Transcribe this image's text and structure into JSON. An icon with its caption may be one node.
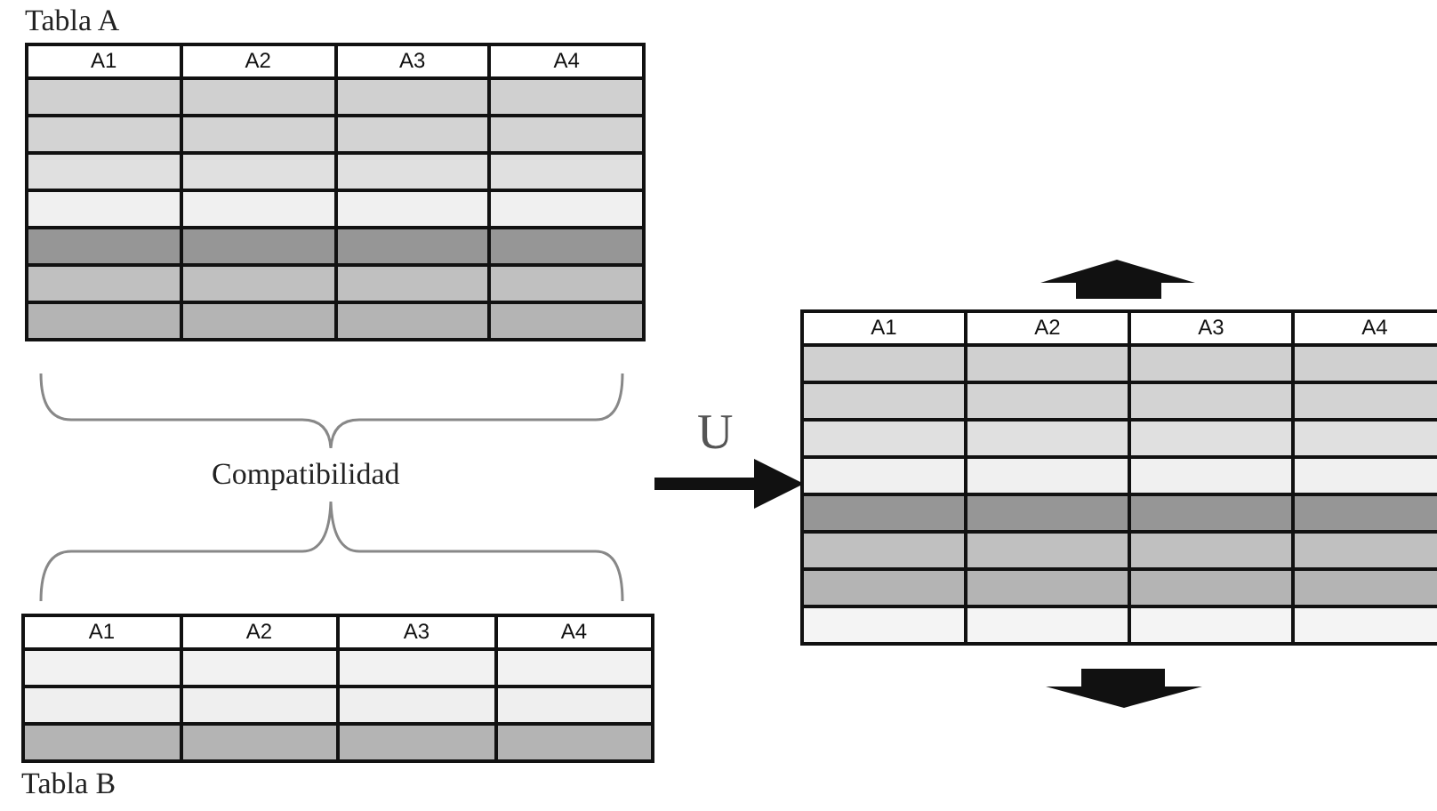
{
  "diagram": {
    "nodes": [
      {
        "text": [
          "Tabla A"
        ]
      },
      {
        "text": [
          "Tabla B"
        ]
      },
      {
        "text": [],
        "shape": "box"
      }
    ],
    "edges": [
      {
        "from": null,
        "to": 2,
        "arrow": "to",
        "label": "U"
      }
    ],
    "labels": [
      "A1",
      "A2",
      "A3",
      "A4",
      "Compatibilidad",
      "A1",
      "A2",
      "A3",
      "A4",
      "A1",
      "A2",
      "A3",
      "A4"
    ]
  }
}
